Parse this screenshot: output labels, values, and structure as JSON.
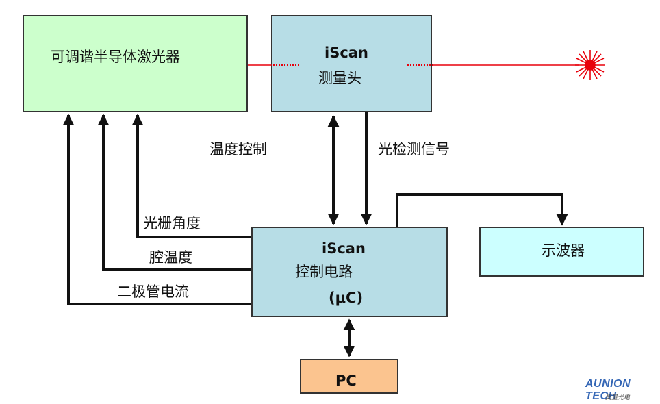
{
  "boxes": {
    "laser": "可调谐半导体激光器",
    "head_title": "iScan",
    "head_sub": "测量头",
    "ctrl_title": "iScan",
    "ctrl_sub": "控制电路",
    "ctrl_unit": "(μC)",
    "scope": "示波器",
    "pc": "PC"
  },
  "labels": {
    "temp_control": "温度控制",
    "light_signal": "光检测信号",
    "grating_angle": "光栅角度",
    "cavity_temp": "腔温度",
    "diode_current": "二极管电流"
  },
  "logo": {
    "name": "AUNION TECH",
    "sub": "昊量光电"
  },
  "colors": {
    "laser_beam": "#e8000b",
    "laser_box": "#ccffcc",
    "head_box": "#b7dde6",
    "scope_box": "#ccffff",
    "pc_box": "#fbc48f"
  }
}
